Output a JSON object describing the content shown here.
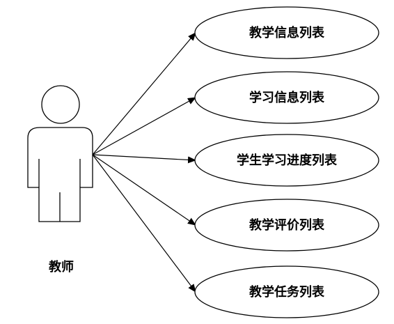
{
  "actor": {
    "label": "教师"
  },
  "use_cases": [
    {
      "label": "教学信息列表"
    },
    {
      "label": "学习信息列表"
    },
    {
      "label": "学生学习进度列表"
    },
    {
      "label": "教学评价列表"
    },
    {
      "label": "教学任务列表"
    }
  ]
}
